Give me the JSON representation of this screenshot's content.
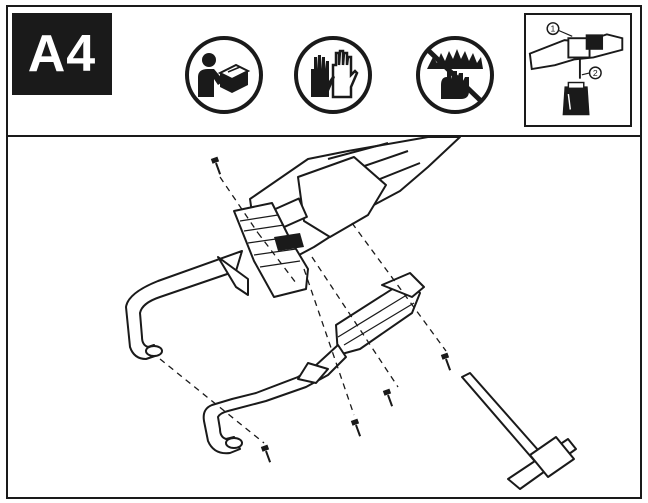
{
  "step": {
    "label": "A4"
  },
  "safety_icons": [
    {
      "name": "read-manual-icon"
    },
    {
      "name": "wear-gloves-icon"
    },
    {
      "name": "no-touch-hot-surface-icon"
    }
  ],
  "thumbnail": {
    "callouts": [
      "1",
      "2"
    ]
  },
  "colors": {
    "ink": "#1a1a1a",
    "paper": "#ffffff"
  }
}
